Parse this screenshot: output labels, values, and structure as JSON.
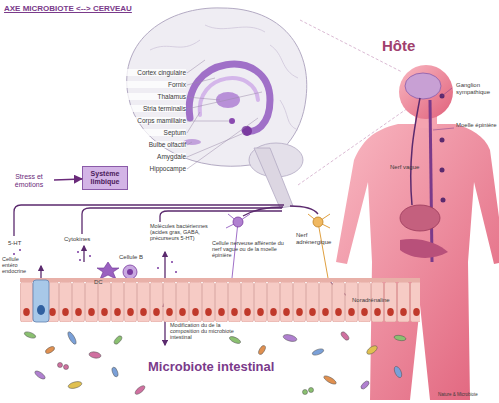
{
  "diagram": {
    "title": "AXE MICROBIOTE <--> CERVEAU",
    "nodes": [
      {
        "text": [
          "Stress et émotions"
        ]
      },
      {
        "text": [
          "Système limbique"
        ]
      }
    ],
    "edges": [
      {
        "from": 0,
        "to": 1,
        "arrow": "to"
      }
    ],
    "labels": [
      "Hôte",
      "Cortex cingulaire",
      "Fornix",
      "Thalamus",
      "Stria terminalis",
      "Corps mamillaire",
      "Septum",
      "Bulbe olfactif",
      "Amygdale",
      "Hippocampe",
      "Ganglion sympathique",
      "Moelle épinière",
      "Nerf vague",
      "5-HT",
      "Cytokines",
      "Cellule B",
      "DC",
      "Molécules bactériennes (acides gras, GABA, précurseurs 5-HT)",
      "Cellule nerveuse afférente du nerf vague ou de la moelle épinière",
      "Nerf adrénergique",
      "Cellule entéro endocrine",
      "Modification du de la composition du microbiote intestinal",
      "Noradrénaline",
      "Microbiote intestinal",
      "Nature & Microbiote"
    ]
  }
}
